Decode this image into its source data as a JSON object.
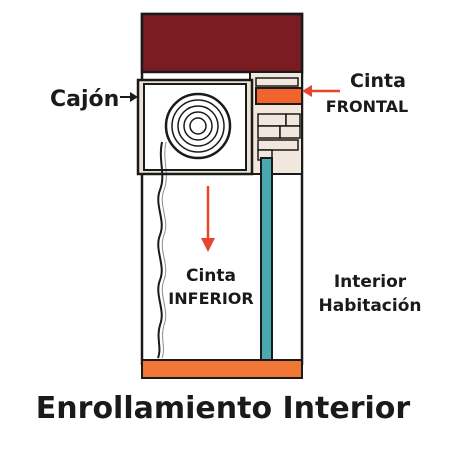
{
  "labels": {
    "cajon": "Cajón",
    "cinta_frontal_1": "Cinta",
    "cinta_frontal_2": "FRONTAL",
    "cinta_inferior_1": "Cinta",
    "cinta_inferior_2": "INFERIOR",
    "interior_1": "Interior",
    "interior_2": "Habitación",
    "title": "Enrollamiento Interior"
  },
  "colors": {
    "lintel": "#7a1c22",
    "box": "#ece1d5",
    "wall": "#f2e7dc",
    "arrow": "#e8452e",
    "tape_frontal": "#f0632c",
    "guide": "#4aa8b0",
    "sill": "#ef7634",
    "outline": "#1a1a1a"
  }
}
